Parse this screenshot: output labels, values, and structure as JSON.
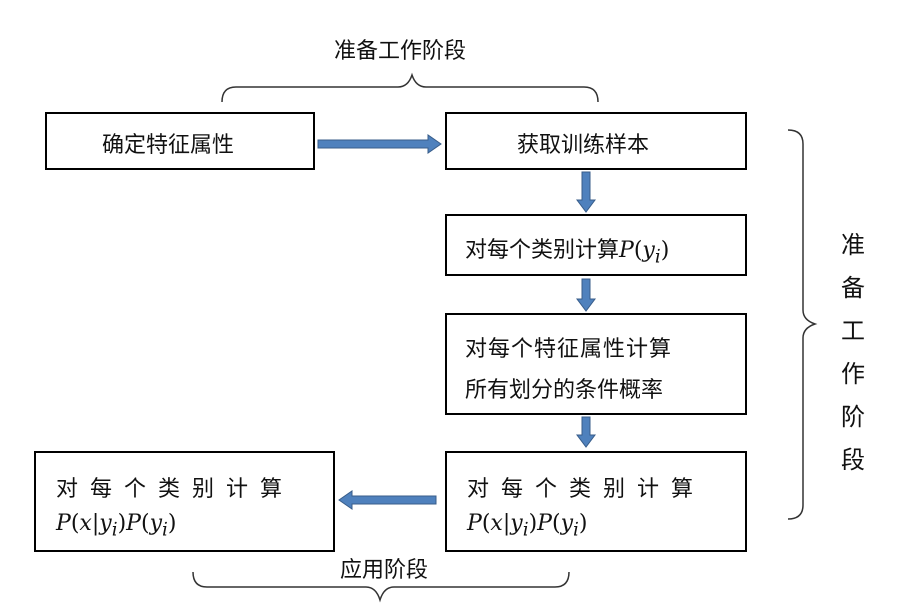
{
  "top_label": "准备工作阶段",
  "right_label": "准备工作阶段",
  "bottom_label": "应用阶段",
  "boxes": {
    "attributes": "确定特征属性",
    "samples": "获取训练样本",
    "prior_prefix": "对每个类别计算",
    "conditional_line1": "对每个特征属性计算",
    "conditional_line2": "所有划分的条件概率",
    "joint_prefix": "对每个类别计算",
    "result_prefix": "对每个类别计算"
  },
  "colors": {
    "arrow_fill": "#4f81bd",
    "arrow_stroke": "#385d8a",
    "border": "#000000",
    "brace": "#333333"
  }
}
